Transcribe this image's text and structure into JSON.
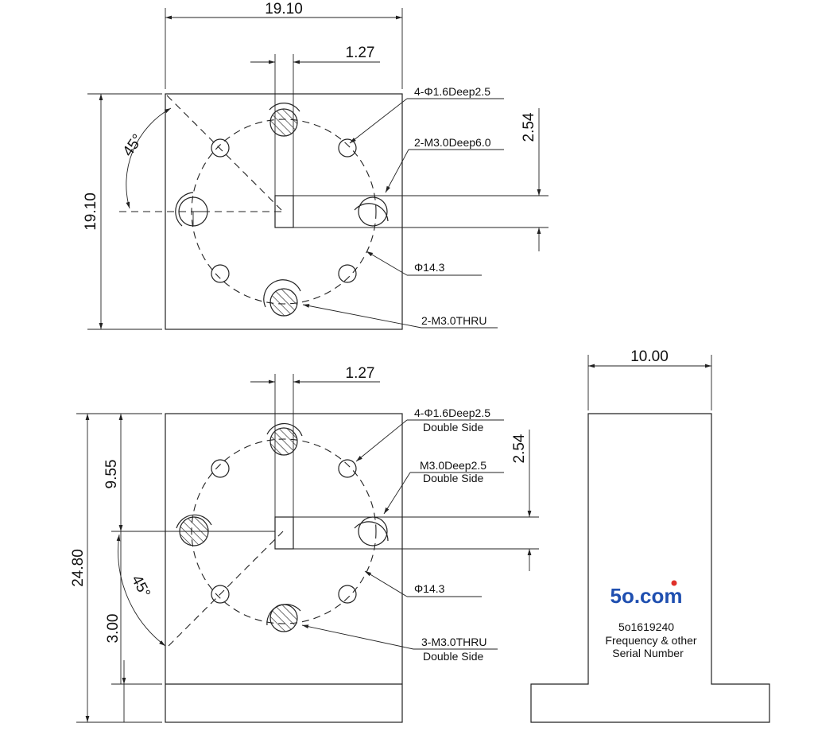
{
  "top_view": {
    "width_dim": "19.10",
    "slot_dim": "1.27",
    "height_dim": "19.10",
    "angle": "45°",
    "offset_dim": "2.54",
    "notes": {
      "small_holes": "4-Φ1.6Deep2.5",
      "side_threads": "2-M3.0Deep6.0",
      "circle_dia": "Φ14.3",
      "thru_holes": "2-M3.0THRU"
    }
  },
  "bottom_view": {
    "slot_dim": "1.27",
    "height_dim": "24.80",
    "upper_dim": "9.55",
    "lower_dim": "3.00",
    "angle": "45°",
    "offset_dim": "2.54",
    "notes": {
      "small_holes": "4-Φ1.6Deep2.5",
      "small_holes_sub": "Double Side",
      "side_thread": "M3.0Deep2.5",
      "side_thread_sub": "Double Side",
      "circle_dia": "Φ14.3",
      "thru_holes": "3-M3.0THRU",
      "thru_holes_sub": "Double Side"
    }
  },
  "side_view": {
    "width_dim": "10.00",
    "logo": "5o.com",
    "serial": "5o1619240",
    "label_line1": "Frequency & other",
    "label_line2": "Serial Number",
    "logo_color": "#1f4fb0",
    "logo_dot_color": "#e0302a"
  }
}
